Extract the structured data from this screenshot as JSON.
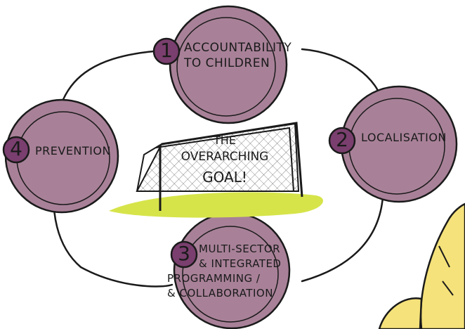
{
  "colors": {
    "bubble_fill": "#a88198",
    "bubble_stroke": "#1a1a1a",
    "number_badge": "#7a3f6e",
    "grass": "#d6e44a",
    "character": "#f5e27a"
  },
  "goal": {
    "line1": "THE",
    "line2": "OVERARCHING",
    "line3": "GOAL!"
  },
  "nodes": [
    {
      "number": "1",
      "label": "ACCOUNTABILITY\nTO CHILDREN"
    },
    {
      "number": "2",
      "label": "LOCALISATION"
    },
    {
      "number": "3",
      "label": "MULTI-SECTOR\n& INTEGRATED\nPROGRAMMING /\n& COLLABORATION"
    },
    {
      "number": "4",
      "label": "PREVENTION"
    }
  ],
  "icons": [
    "goal-net-icon",
    "character-illustration"
  ]
}
